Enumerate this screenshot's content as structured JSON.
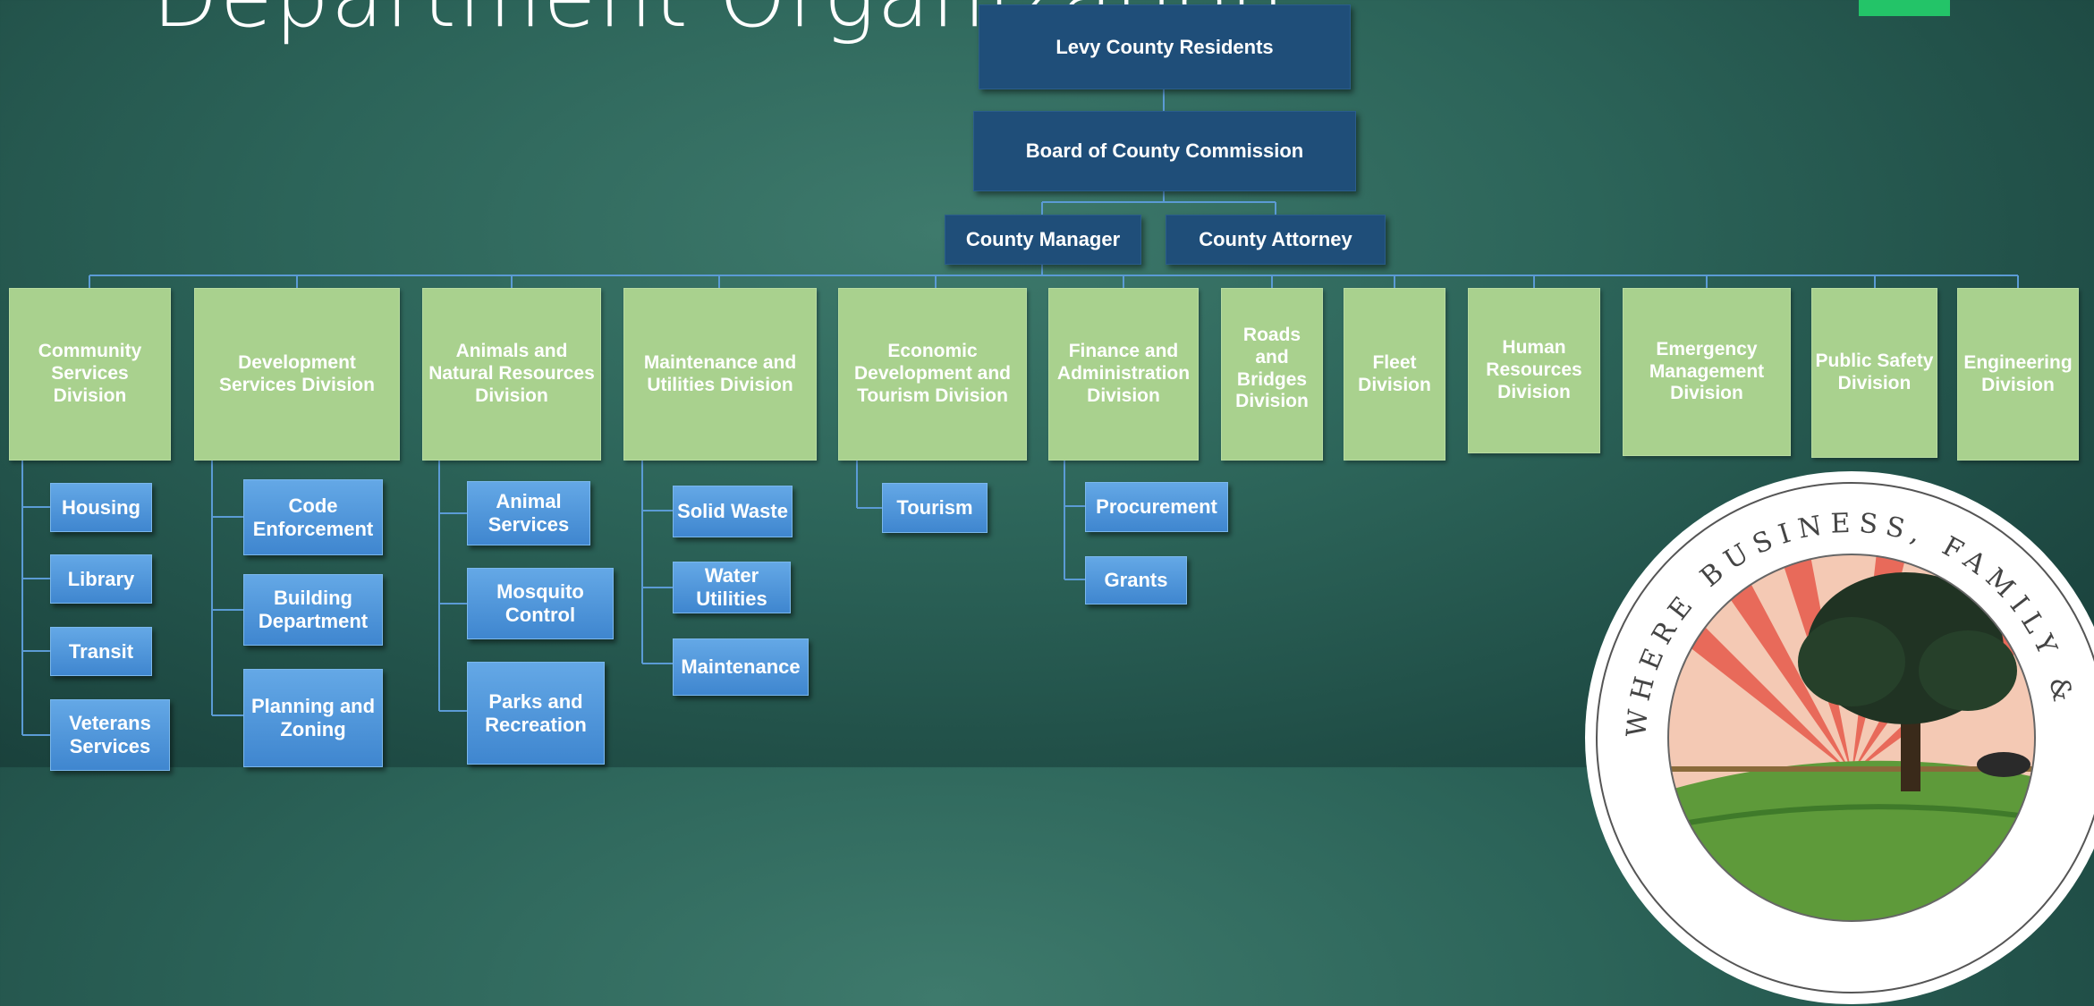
{
  "title": "Department Organization",
  "top": {
    "residents": "Levy County Residents",
    "board": "Board of County Commission",
    "manager": "County Manager",
    "attorney": "County Attorney"
  },
  "divisions": [
    {
      "label": "Community Services Division",
      "subs": [
        "Housing",
        "Library",
        "Transit",
        "Veterans Services"
      ]
    },
    {
      "label": "Development Services  Division",
      "subs": [
        "Code Enforcement",
        "Building Department",
        "Planning and Zoning"
      ]
    },
    {
      "label": "Animals and Natural Resources Division",
      "subs": [
        "Animal Services",
        "Mosquito Control",
        "Parks and Recreation"
      ]
    },
    {
      "label": "Maintenance and Utilities Division",
      "subs": [
        "Solid Waste",
        "Water Utilities",
        "Maintenance"
      ]
    },
    {
      "label": "Economic Development and Tourism Division",
      "subs": [
        "Tourism"
      ]
    },
    {
      "label": "Finance and Administration Division",
      "subs": [
        "Procurement",
        "Grants"
      ]
    },
    {
      "label": "Roads and Bridges Division",
      "subs": []
    },
    {
      "label": "Fleet Division",
      "subs": []
    },
    {
      "label": "Human Resources Division",
      "subs": []
    },
    {
      "label": "Emergency Management Division",
      "subs": []
    },
    {
      "label": "Public Safety Division",
      "subs": []
    },
    {
      "label": "Engineering Division",
      "subs": []
    }
  ],
  "seal": {
    "motto": "WHERE BUSINESS, FAMILY & NATURE"
  },
  "colors": {
    "top_box": "#1f4e79",
    "division_box": "#a9d18e",
    "sub_box": "#4a90d9",
    "connector": "#5b9bd5",
    "accent": "#23c468"
  }
}
